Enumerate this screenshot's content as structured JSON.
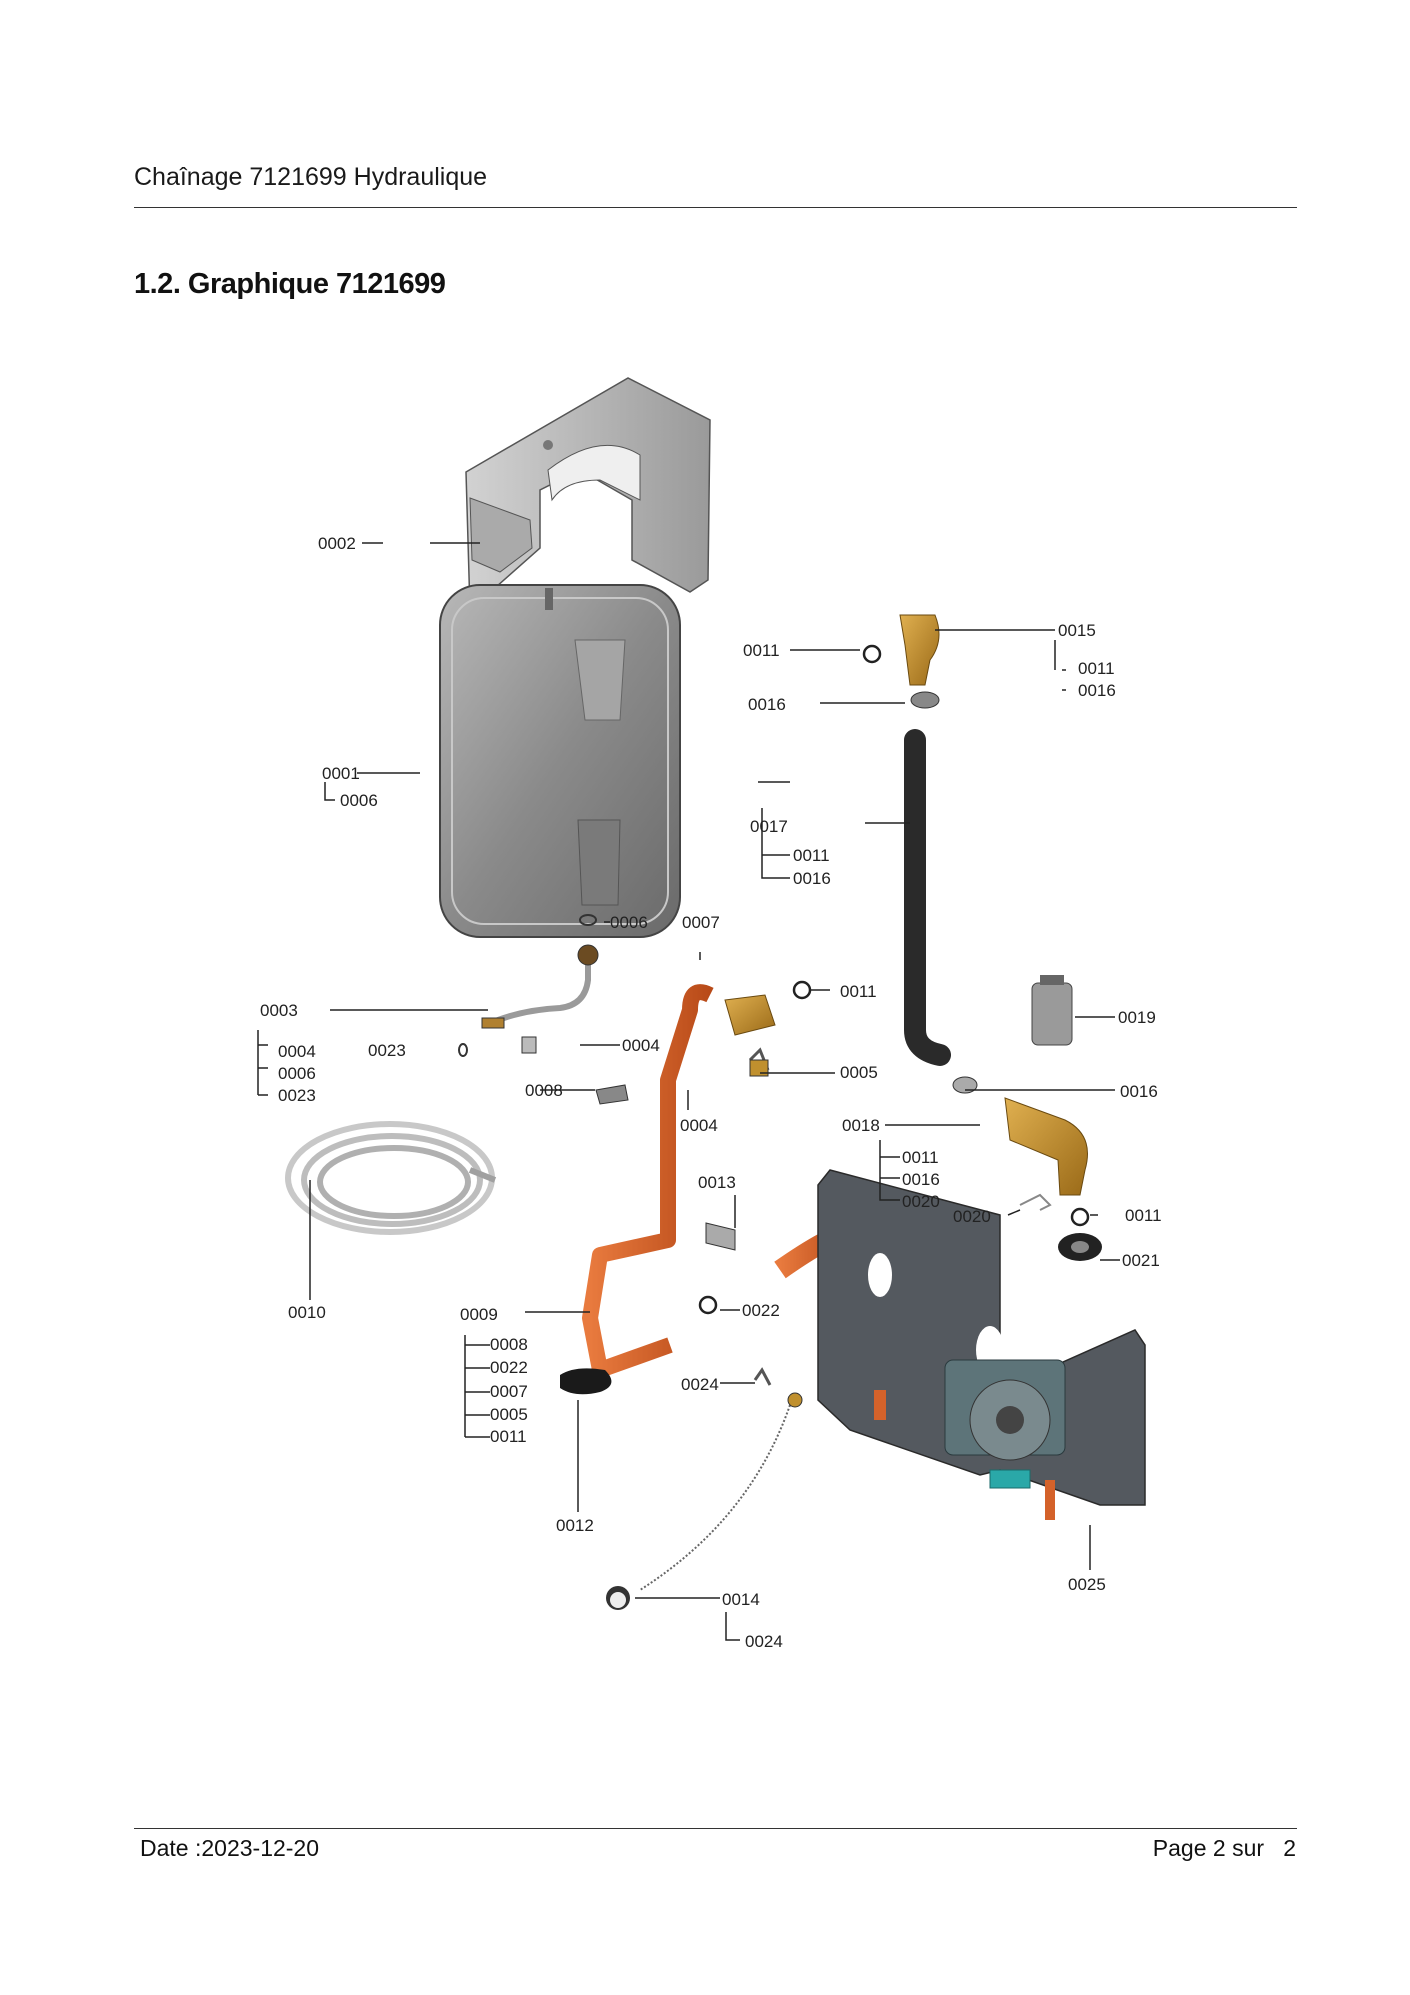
{
  "header": {
    "title": "Chaînage 7121699 Hydraulique"
  },
  "section": {
    "heading": "1.2. Graphique 7121699"
  },
  "callouts": {
    "c0002": "0002",
    "c0001": "0001",
    "c0001_sub0006": "0006",
    "c0006": "0006",
    "c0007": "0007",
    "c0003": "0003",
    "c0003_sub0004": "0004",
    "c0003_sub0006": "0006",
    "c0003_sub0023": "0023",
    "c0023": "0023",
    "c0004a": "0004",
    "c0008": "0008",
    "c0004b": "0004",
    "c0011a": "0011",
    "c0005": "0005",
    "c0015": "0015",
    "c0015_sub0011": "0011",
    "c0015_sub0016": "0016",
    "c0011b": "0011",
    "c0016a": "0016",
    "c0017": "0017",
    "c0017_sub0011": "0011",
    "c0017_sub0016": "0016",
    "c0019": "0019",
    "c0016b": "0016",
    "c0018": "0018",
    "c0018_sub0011": "0011",
    "c0018_sub0016": "0016",
    "c0018_sub0020": "0020",
    "c0020": "0020",
    "c0011c": "0011",
    "c0021": "0021",
    "c0013": "0013",
    "c0022": "0022",
    "c0010": "0010",
    "c0009": "0009",
    "c0009_sub0008": "0008",
    "c0009_sub0022": "0022",
    "c0009_sub0007": "0007",
    "c0009_sub0005": "0005",
    "c0009_sub0011": "0011",
    "c0024": "0024",
    "c0012": "0012",
    "c0014": "0014",
    "c0014_sub0024": "0024",
    "c0025": "0025"
  },
  "footer": {
    "date": "Date :2023-12-20",
    "page_prefix": "Page 2 sur",
    "page_total": "2"
  },
  "colors": {
    "copper": "#d4622a",
    "brass": "#c0902e",
    "tank": "#8e8e8e",
    "frame": "#4a4f55",
    "pump": "#5d7479"
  }
}
